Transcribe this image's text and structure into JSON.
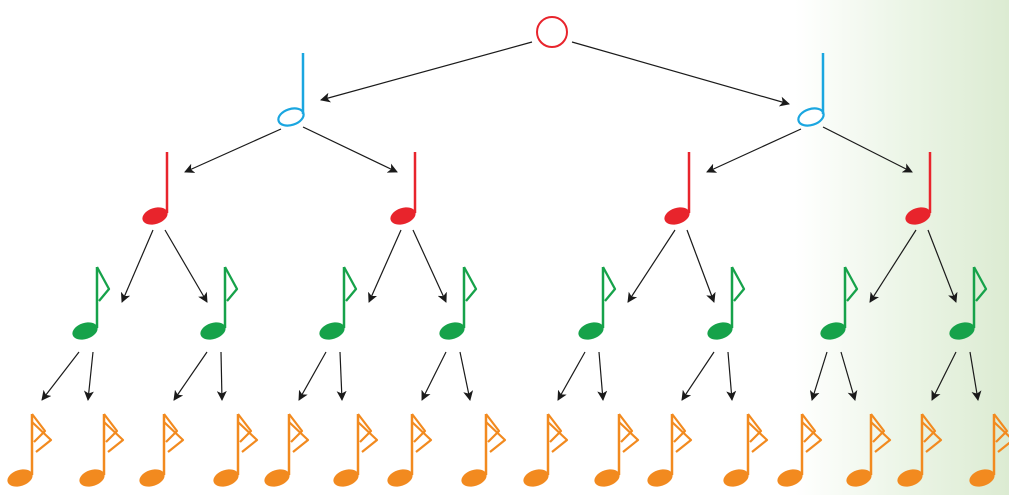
{
  "diagram": {
    "levels": [
      {
        "note": "whole",
        "color": "#e8242c",
        "count": 1
      },
      {
        "note": "half",
        "color": "#1aa6e0",
        "count": 2
      },
      {
        "note": "quarter",
        "color": "#e8242c",
        "count": 4
      },
      {
        "note": "eighth",
        "color": "#16a24a",
        "count": 8
      },
      {
        "note": "sixteenth",
        "color": "#f28a1f",
        "count": 16
      }
    ],
    "arrow_color": "#1a1a1a",
    "background_tint": "#dcebd2"
  }
}
